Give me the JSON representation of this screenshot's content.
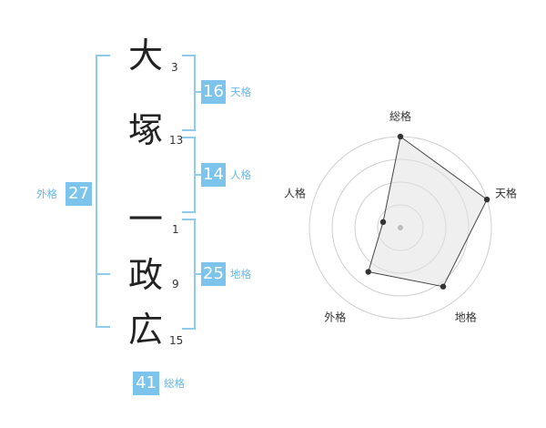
{
  "name": {
    "characters": [
      {
        "char": "大",
        "strokes": "3"
      },
      {
        "char": "塚",
        "strokes": "13"
      },
      {
        "char": "一",
        "strokes": "1"
      },
      {
        "char": "政",
        "strokes": "9"
      },
      {
        "char": "広",
        "strokes": "15"
      }
    ]
  },
  "fortunes": {
    "tenkaku": {
      "value": "16",
      "label": "天格"
    },
    "jinkaku": {
      "value": "14",
      "label": "人格"
    },
    "chikaku": {
      "value": "25",
      "label": "地格"
    },
    "gaikaku": {
      "value": "27",
      "label": "外格"
    },
    "soukaku": {
      "value": "41",
      "label": "総格"
    }
  },
  "colors": {
    "accent": "#7cc4ec",
    "bracket": "#8fcbee",
    "label": "#68b8e6"
  },
  "chart_data": {
    "type": "radar",
    "axes": [
      "総格",
      "天格",
      "地格",
      "外格",
      "人格"
    ],
    "values": [
      5,
      5,
      4,
      3,
      1
    ],
    "max": 5,
    "rings": 4
  }
}
